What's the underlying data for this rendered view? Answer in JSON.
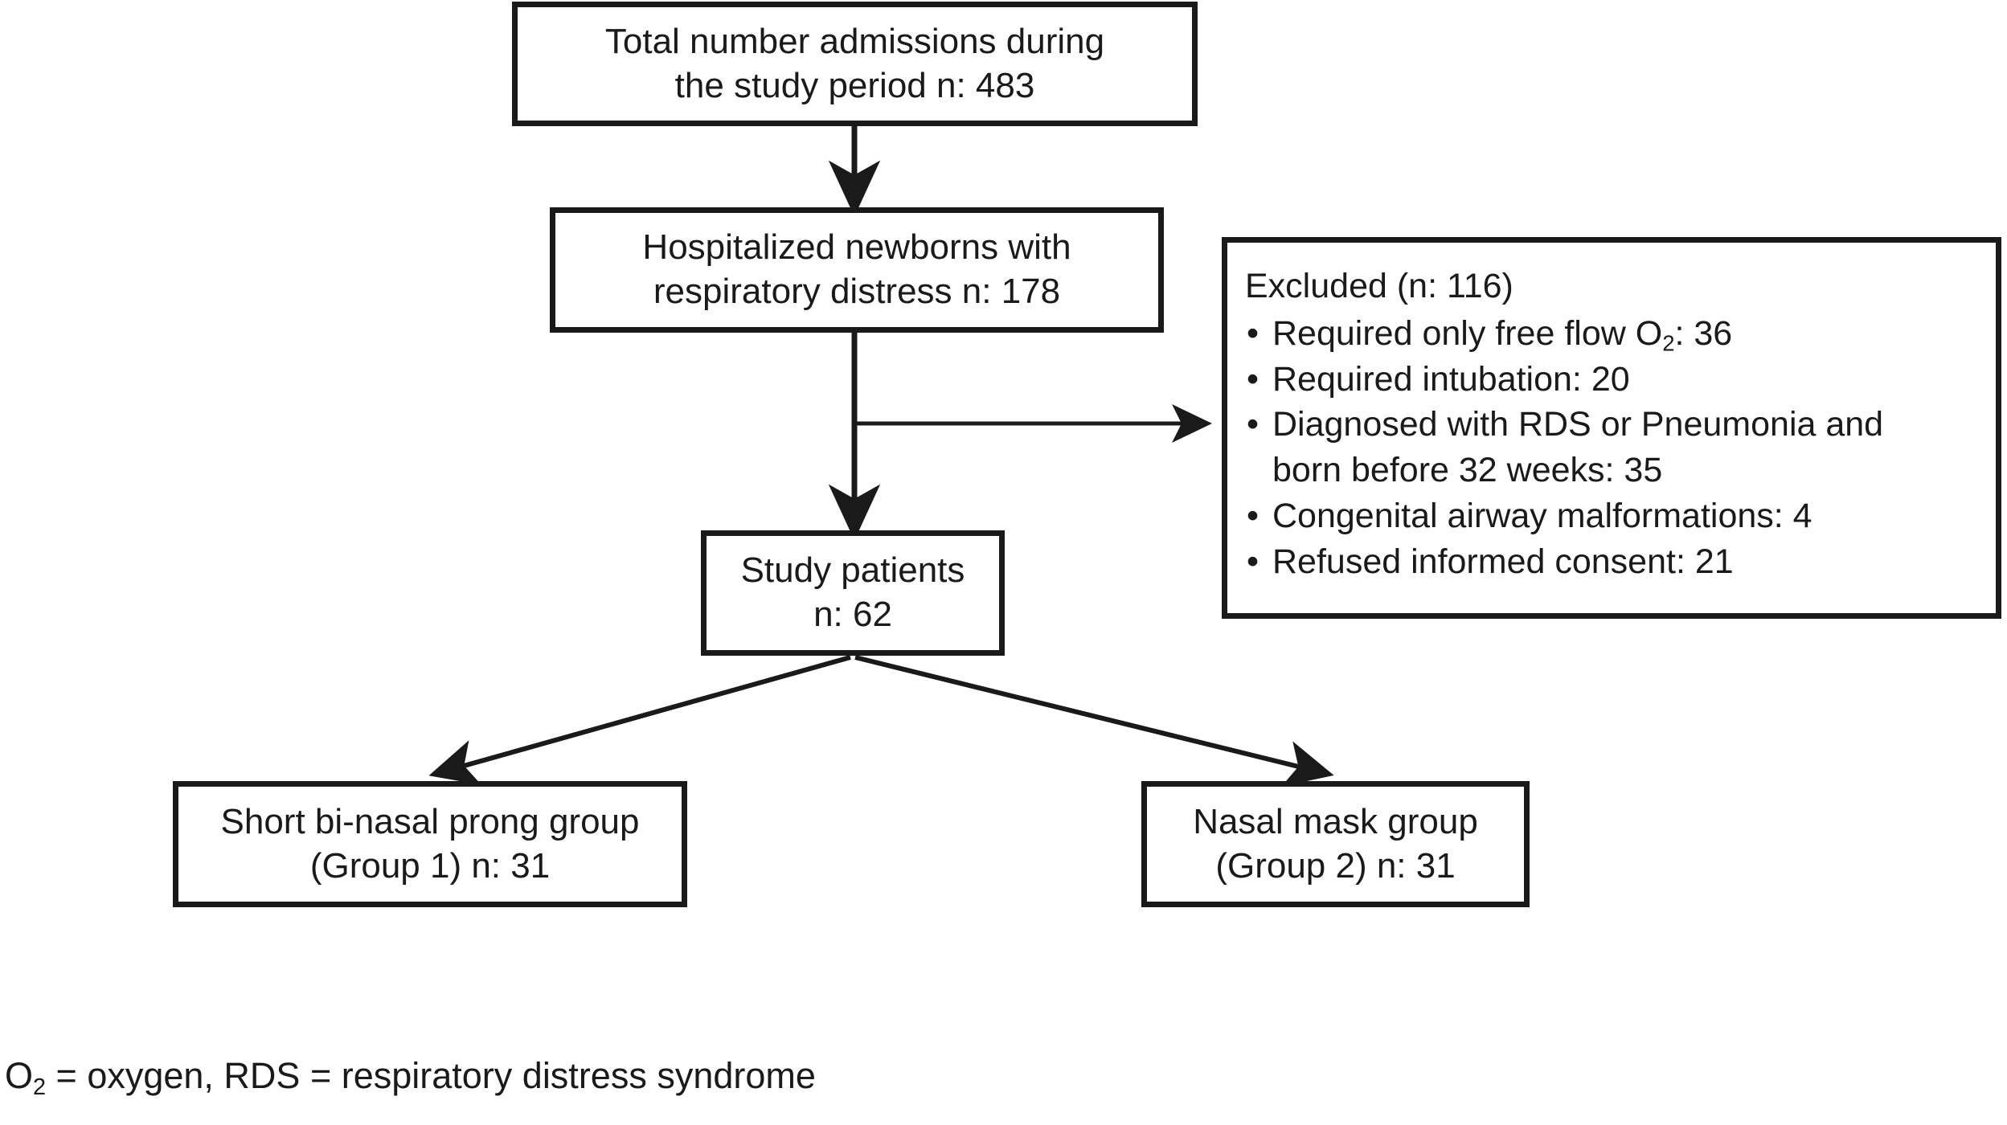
{
  "diagram": {
    "type": "flowchart",
    "title": "Study enrollment flow diagram",
    "nodes": {
      "total_admissions": {
        "line1": "Total number admissions during",
        "line2": "the study period n: 483",
        "count": 483
      },
      "hospitalized": {
        "line1": "Hospitalized newborns with",
        "line2": "respiratory distress n: 178",
        "count": 178
      },
      "study_patients": {
        "line1": "Study patients",
        "line2": "n: 62",
        "count": 62
      },
      "group1": {
        "line1": "Short bi-nasal prong group",
        "line2": "(Group 1) n: 31",
        "count": 31
      },
      "group2": {
        "line1": "Nasal mask group",
        "line2": "(Group 2) n: 31",
        "count": 31
      },
      "excluded": {
        "title": "Excluded (n: 116)",
        "count": 116,
        "bullet_glyph": "•",
        "items": [
          {
            "text_before": "Required only free flow O",
            "subscript": "2",
            "text_after": ": 36",
            "count": 36
          },
          {
            "text_before": "Required intubation: 20",
            "subscript": "",
            "text_after": "",
            "count": 20
          },
          {
            "text_before": "Diagnosed with RDS or Pneumonia and",
            "subscript": "",
            "text_after": "",
            "count": 35
          },
          {
            "text_before": "born before 32 weeks: 35",
            "subscript": "",
            "text_after": "",
            "count": 35,
            "continuation": true
          },
          {
            "text_before": "Congenital airway malformations: 4",
            "subscript": "",
            "text_after": "",
            "count": 4
          },
          {
            "text_before": "Refused informed consent: 21",
            "subscript": "",
            "text_after": "",
            "count": 21
          }
        ]
      }
    },
    "footnote": {
      "prefix": "O",
      "subscript": "2",
      "suffix": " = oxygen, RDS = respiratory distress syndrome"
    },
    "colors": {
      "stroke": "#1a1a1a",
      "fill": "#ffffff",
      "text": "#1a1a1a"
    }
  }
}
